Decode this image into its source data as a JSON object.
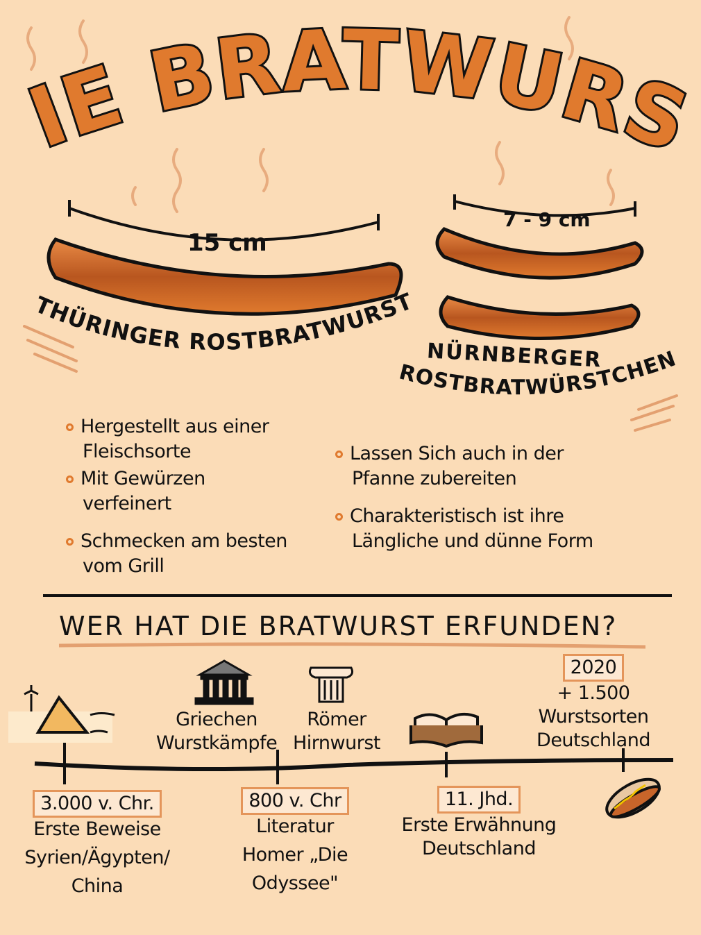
{
  "title": "DIE BRATWURST",
  "colors": {
    "background": "#fbdcb7",
    "accent": "#e07a2e",
    "sausage": "#c8652a",
    "ink": "#111111"
  },
  "sausages": [
    {
      "name": "THÜRINGER ROSTBRATWURST",
      "length": "15 cm"
    },
    {
      "name_line1": "NÜRNBERGER",
      "name_line2": "ROSTBRATWÜRSTCHEN",
      "length": "7 - 9 cm"
    }
  ],
  "facts_left": [
    {
      "line1": "Hergestellt aus einer",
      "line2": "Fleischsorte"
    },
    {
      "line1": "Mit Gewürzen",
      "line2": "verfeinert"
    },
    {
      "line1": "Schmecken am besten",
      "line2": "vom Grill"
    }
  ],
  "facts_right": [
    {
      "line1": "Lassen Sich auch in der",
      "line2": "Pfanne zubereiten"
    },
    {
      "line1": "Charakteristisch ist ihre",
      "line2": "Längliche und dünne Form"
    }
  ],
  "question": "WER HAT DIE BRATWURST ERFUNDEN?",
  "timeline": {
    "above": [
      {
        "icon": "pyramid-palm-icon"
      },
      {
        "icon": "greek-temple-icon",
        "line1": "Griechen",
        "line2": "Wurstkämpfe"
      },
      {
        "icon": "roman-column-icon",
        "line1": "Römer",
        "line2": "Hirnwurst"
      },
      {
        "icon": "open-book-icon"
      },
      {
        "date": "2020",
        "line1": "+ 1.500 Wurstsorten",
        "line2": "Deutschland"
      }
    ],
    "below": [
      {
        "date": "3.000 v. Chr.",
        "line1": "Erste Beweise",
        "line2": "Syrien/Ägypten/",
        "line3": "China"
      },
      {
        "date": "800 v. Chr",
        "line1": "Literatur",
        "line2": "Homer „Die",
        "line3": "Odyssee\""
      },
      {
        "date": "11. Jhd.",
        "line1": "Erste Erwähnung",
        "line2": "Deutschland"
      },
      {
        "icon": "hotdog-icon"
      }
    ]
  }
}
